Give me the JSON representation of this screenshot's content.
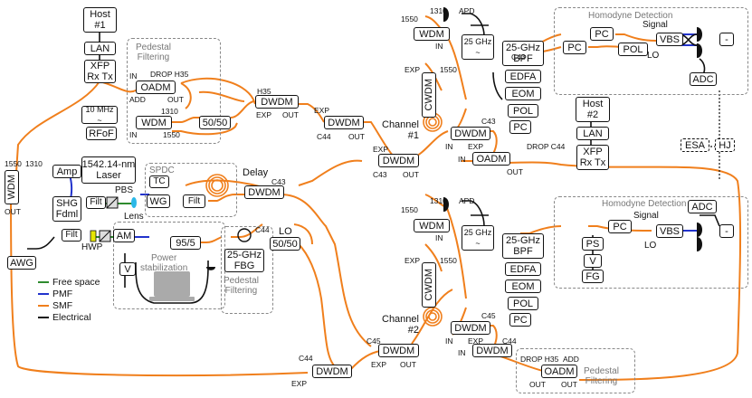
{
  "boxes": {
    "host1": "Host\n#1",
    "lan1": "LAN",
    "xfp1": "XFP\nRx Tx",
    "oadm1": "OADM",
    "tenmhz": "10 MHz\n~",
    "rfof": "RFoF",
    "wdm1": "WDM",
    "split5050a": "50/50",
    "dwdm_h35": "DWDM",
    "dwdm_c44a": "DWDM",
    "dwdm_ch1": "DWDM",
    "wdm_left": "WDM",
    "amp": "Amp",
    "laser": "1542.14-nm\nLaser",
    "shg": "SHG\nFdml",
    "filt1": "Filt",
    "tc": "TC",
    "wg": "WG",
    "filt2": "Filt",
    "dwdm_delay": "DWDM",
    "filt3": "Filt",
    "am": "AM",
    "awg": "AWG",
    "v1": "V",
    "split955": "95/5",
    "fbg": "25-GHz\nFBG",
    "split5050b": "50/50",
    "dwdm_bot": "DWDM",
    "dwdm_c45": "DWDM",
    "wdm_t": "WDM",
    "cwdm_t": "CWDM",
    "mod25_t": "25 GHz\n~",
    "bpf_t": "25-GHz\nBPF",
    "edfa_t": "EDFA",
    "eom_t": "EOM",
    "pol_t": "POL",
    "pc_t3": "PC",
    "dwdm_t": "DWDM",
    "oadm_t": "OADM",
    "pc_t1": "PC",
    "pc_t2": "PC",
    "polbox_t": "POL",
    "vbs_t": "VBS",
    "minus_t": "-",
    "adc_t": "ADC",
    "host2": "Host\n#2",
    "lan2": "LAN",
    "xfp2": "XFP\nRx Tx",
    "esa": "ESA",
    "hj": "HJ",
    "wdm_b": "WDM",
    "cwdm_b": "CWDM",
    "mod25_b": "25 GHz\n~",
    "bpf_b": "25-GHz\nBPF",
    "edfa_b": "EDFA",
    "eom_b": "EOM",
    "pol_b": "POL",
    "pc_b3": "PC",
    "dwdm_b": "DWDM",
    "ps_b": "PS",
    "v_b": "V",
    "fg_b": "FG",
    "pc_b": "PC",
    "vbs_b": "VBS",
    "adc_b": "ADC",
    "minus_b": "-",
    "oadm_b": "OADM"
  },
  "labels": {
    "pedestal1": "Pedestal\nFiltering",
    "pedestal2": "Pedestal\nFiltering",
    "pedestal3": "Pedestal\nFiltering",
    "homodyne_t": "Homodyne Detection",
    "homodyne_b": "Homodyne Detection",
    "spdc": "SPDC",
    "power_stab": "Power\nstabilization",
    "delay": "Delay",
    "pbs": "PBS",
    "lens": "Lens",
    "hwp": "HWP",
    "lo_mid": "LO",
    "lo_t": "LO",
    "lo_b": "LO",
    "signal_t": "Signal",
    "signal_b": "Signal",
    "channel1": "Channel\n#1",
    "channel2": "Channel\n#2",
    "apd_t": "APD",
    "apd_b": "APD",
    "in_xfp1": "IN",
    "drop_h35": "DROP H35",
    "add_oadm1": "ADD",
    "out_oadm1": "OUT",
    "n1310a": "1310",
    "in_wdm1": "IN",
    "n1550a": "1550",
    "h35": "H35",
    "exp_a": "EXP",
    "out_a": "OUT",
    "exp_b": "EXP",
    "c44_b": "C44",
    "out_b": "OUT",
    "exp_c": "EXP",
    "c43_c": "C43",
    "out_c": "OUT",
    "n1550_left": "1550",
    "n1310_left": "1310",
    "out_left": "OUT",
    "c43_delay": "C43",
    "c44_fbg": "C44",
    "c44_bot": "C44",
    "exp_bot": "EXP",
    "c45_mid": "C45",
    "exp_mid": "EXP",
    "out_mid": "OUT",
    "n1550_t": "1550",
    "n1310_t": "1310",
    "in_t": "IN",
    "exp_t": "EXP",
    "n1550_t2": "1550",
    "c43_t": "C43",
    "in_t2": "IN",
    "exp_t2": "EXP",
    "c43_t2": "C43",
    "in_t3": "IN",
    "drop_c44": "DROP C44",
    "out_t": "OUT",
    "n1550_b": "1550",
    "n1310_b": "1310",
    "in_b": "IN",
    "exp_b1": "EXP",
    "n1550_b2": "1550",
    "c45_b": "C45",
    "in_b2": "IN",
    "exp_b2": "EXP",
    "c44_b2": "C44",
    "in_b3": "IN",
    "drop_b": "DROP H35",
    "add_b": "ADD",
    "out_oadm_b": "OUT",
    "out_b3": "OUT"
  },
  "legend": [
    {
      "name": "Free space",
      "color": "#2e8b2e"
    },
    {
      "name": "PMF",
      "color": "#2233cc"
    },
    {
      "name": "SMF",
      "color": "#f07f1c"
    },
    {
      "name": "Electrical",
      "color": "#111111"
    }
  ],
  "colors": {
    "smf": "#f07f1c",
    "pmf": "#2233cc",
    "free_space": "#2e8b2e",
    "electrical": "#111111"
  }
}
